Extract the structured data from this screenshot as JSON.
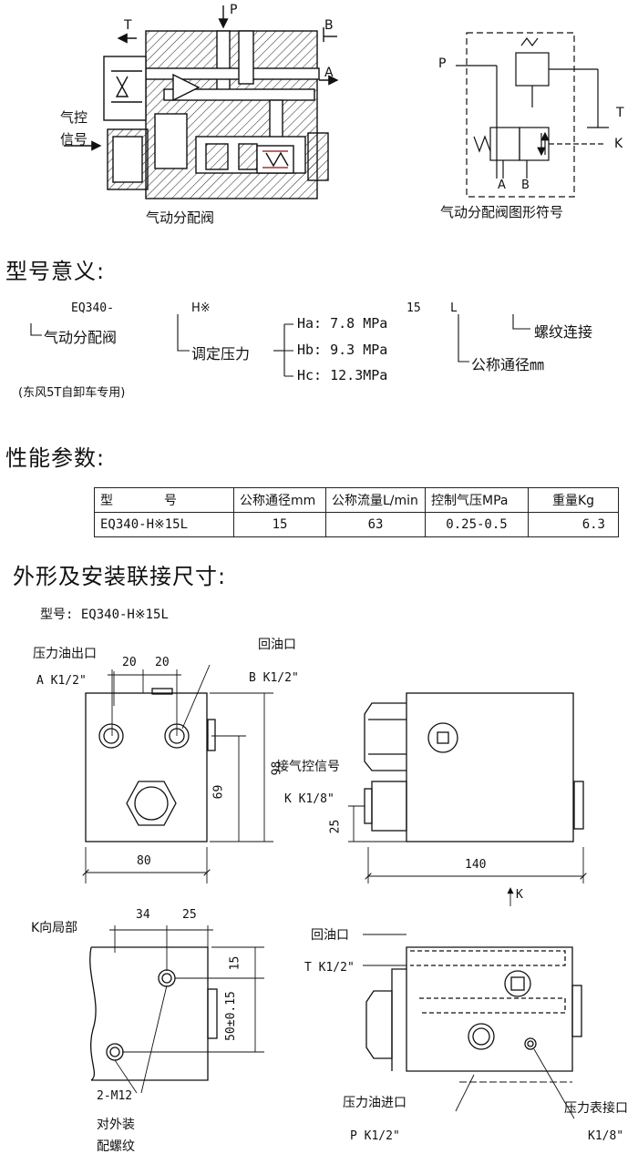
{
  "top": {
    "valve": {
      "port_p": "P",
      "port_t": "T",
      "port_b": "B",
      "port_a": "A",
      "signal_line1": "气控",
      "signal_line2": "信号",
      "caption": "气动分配阀"
    },
    "symbol": {
      "port_p": "P",
      "port_t": "T",
      "port_k": "K",
      "port_a": "A",
      "port_b": "B",
      "caption": "气动分配阀图形符号"
    }
  },
  "model_meaning": {
    "heading": "型号意义:",
    "code_base": "EQ340-",
    "code_h": "H※",
    "code_15": "15",
    "code_l": "L",
    "base_desc": "气动分配阀",
    "base_note": "(东风5T自卸车专用)",
    "pressure_label": "调定压力",
    "pressures": [
      "Ha: 7.8 MPa",
      "Hb: 9.3 MPa",
      "Hc: 12.3MPa"
    ],
    "bore_desc": "公称通径㎜",
    "thread_desc": "螺纹连接"
  },
  "performance": {
    "heading": "性能参数:",
    "headers": [
      "型　　　　号",
      "公称通径mm",
      "公称流量L/min",
      "控制气压MPa",
      "重量Kg"
    ],
    "row": [
      "EQ340-H※15L",
      "15",
      "63",
      "0.25-0.5",
      "6.3"
    ]
  },
  "dimensions": {
    "heading": "外形及安装联接尺寸:",
    "model_label": "型号: EQ340-H※15L",
    "front": {
      "outlet_label": "压力油出口",
      "outlet_thread": "A K1/2\"",
      "return_label": "回油口",
      "return_thread": "B K1/2\"",
      "dim_20a": "20",
      "dim_20b": "20",
      "dim_98": "98",
      "dim_69": "69",
      "dim_80": "80"
    },
    "side": {
      "signal_label": "接气控信号",
      "signal_thread": "K K1/8\"",
      "dim_25": "25",
      "dim_140": "140",
      "k_arrow": "K"
    },
    "k_view": {
      "title": "K向局部",
      "dim_34": "34",
      "dim_25": "25",
      "dim_15": "15",
      "dim_50": "50±0.15",
      "thread": "2-M12",
      "note1": "对外装",
      "note2": "配螺纹"
    },
    "bottom": {
      "return_label": "回油口",
      "return_thread": "T K1/2\"",
      "inlet_label": "压力油进口",
      "inlet_thread": "P K1/2\"",
      "gauge_label": "压力表接口",
      "gauge_thread": "K1/8\""
    }
  }
}
